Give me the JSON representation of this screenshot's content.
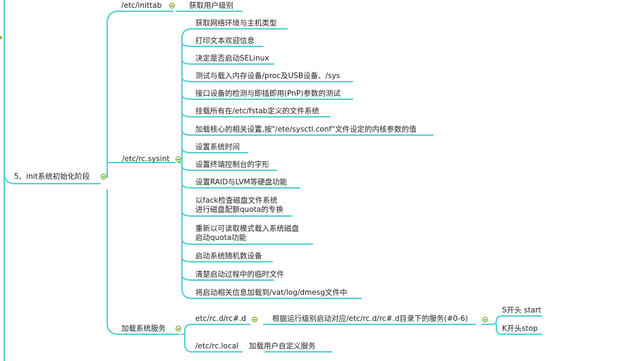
{
  "mindmap": {
    "root": {
      "label": "5、init系统初始化阶段"
    },
    "branches": [
      {
        "label": "/etc/inittab",
        "children": [
          {
            "label": "获取用户级别"
          }
        ]
      },
      {
        "label": "/etc/rc.sysint",
        "children": [
          {
            "label": "获取网络环境与主机类型"
          },
          {
            "label": "打印文本欢迎信息"
          },
          {
            "label": "决定是否启动SELinux"
          },
          {
            "label": "测试与载入内存设备/proc及USB设备、/sys"
          },
          {
            "label": "接口设备的检测与即插即用(PnP)参数的测试"
          },
          {
            "label": "挂载所有在/etc/fstab定义的文件系统"
          },
          {
            "label": "加载核心的相关设置,按\"/ete/sysctl.conf\"文件设定的内核参数的值"
          },
          {
            "label": "设置系统时间"
          },
          {
            "label": "设置终端控制台的字形"
          },
          {
            "label": "设置RAID与LVM等硬盘功能"
          },
          {
            "lines": [
              "以fack检查磁盘文件系统",
              "进行磁盘配额quota的专换"
            ]
          },
          {
            "lines": [
              "重新以可读取模式载入系统磁盘",
              "启动quota功能"
            ]
          },
          {
            "label": "启动系统随机数设备"
          },
          {
            "label": "清楚启动过程中的临时文件"
          },
          {
            "label": "将启动相关信息加载到/vat/log/dmesg文件中"
          }
        ]
      },
      {
        "label": "加载系统服务",
        "children": [
          {
            "label": "etc/rc.d/rc#.d",
            "children": [
              {
                "label": "根据运行级别启动对应/etc/rc.d/rc#.d目录下的服务(#0-6)",
                "children": [
                  {
                    "label": "S开头 start"
                  },
                  {
                    "label": "K开头stop"
                  }
                ]
              }
            ]
          },
          {
            "label": "/etc/rc.local",
            "children": [
              {
                "label": "加载用户自定义服务"
              }
            ]
          }
        ]
      }
    ],
    "colors": {
      "line": "#56cfd1",
      "collapse_border": "#7aa51b",
      "collapse_fill": "#eef6d8"
    },
    "icons": {
      "collapse": "collapse-minus-icon"
    }
  }
}
